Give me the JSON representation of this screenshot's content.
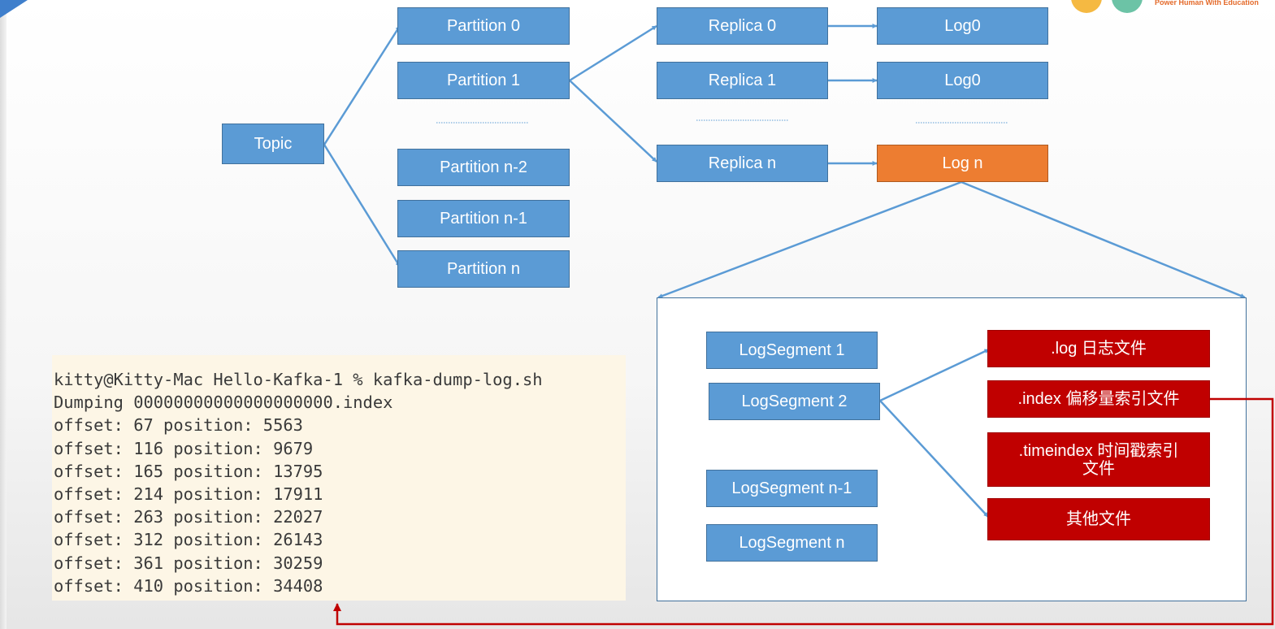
{
  "topic": "Topic",
  "partitions": [
    "Partition 0",
    "Partition 1",
    "Partition n-2",
    "Partition n-1",
    "Partition n"
  ],
  "replicas": [
    "Replica 0",
    "Replica 1",
    "Replica n"
  ],
  "logs": [
    "Log0",
    "Log0",
    "Log n"
  ],
  "log_segments": [
    "LogSegment 1",
    "LogSegment 2",
    "LogSegment n-1",
    "LogSegment n"
  ],
  "files": [
    ".log 日志文件",
    ".index 偏移量索引文件",
    ".timeindex 时间戳索引\n文件",
    "其他文件"
  ],
  "logo_tagline": "Power Human With Education",
  "terminal": {
    "prompt": "kitty@Kitty-Mac Hello-Kafka-1 % kafka-dump-log.sh",
    "lines": [
      "Dumping 00000000000000000000.index",
      "offset: 67 position: 5563",
      "offset: 116 position: 9679",
      "offset: 165 position: 13795",
      "offset: 214 position: 17911",
      "offset: 263 position: 22027",
      "offset: 312 position: 26143",
      "offset: 361 position: 30259",
      "offset: 410 position: 34408"
    ]
  },
  "colors": {
    "box_blue": "#5b9bd5",
    "box_orange": "#ed7d31",
    "box_red": "#c00000",
    "arrow_blue": "#5b9bd5",
    "arrow_red": "#c00000",
    "terminal_bg": "#fdf6e6",
    "accent_corner": "#3f7fcc"
  }
}
